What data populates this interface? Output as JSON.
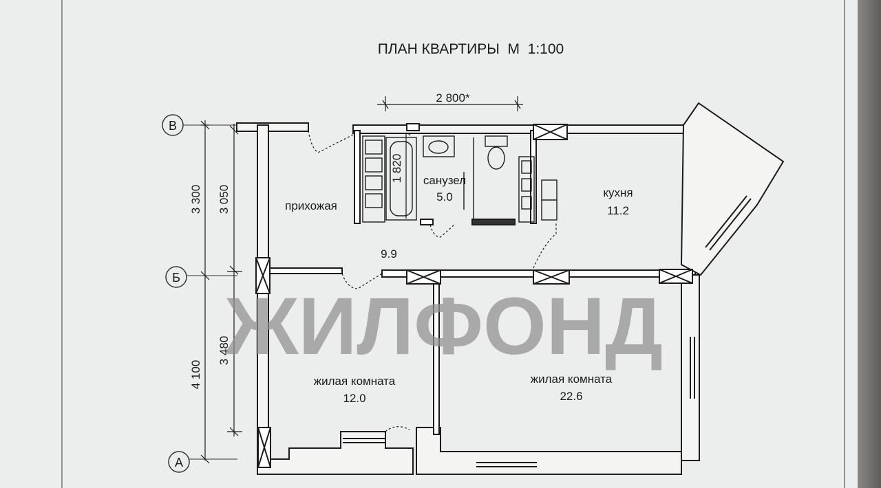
{
  "title": "ПЛАН КВАРТИРЫ  М  1:100",
  "watermark": "ЖИЛФОНД",
  "axes": {
    "top": "В",
    "middle": "Б",
    "bottom": "А"
  },
  "dimensions": {
    "outer_upper": "3 300",
    "inner_upper": "3 050",
    "outer_lower": "4 100",
    "inner_lower": "3 480",
    "bath_depth": "1 820",
    "bath_width": "2 800*"
  },
  "rooms": {
    "hallway": {
      "name": "прихожая",
      "area": "9.9"
    },
    "bathroom": {
      "name": "санузел",
      "area": "5.0"
    },
    "kitchen": {
      "name": "кухня",
      "area": "11.2"
    },
    "room1": {
      "name": "жилая комната",
      "area": "12.0"
    },
    "room2": {
      "name": "жилая комната",
      "area": "22.6"
    }
  },
  "colors": {
    "paper": "#eceeed",
    "ink": "#1b1b1b",
    "watermark": "#8f8f8f"
  }
}
